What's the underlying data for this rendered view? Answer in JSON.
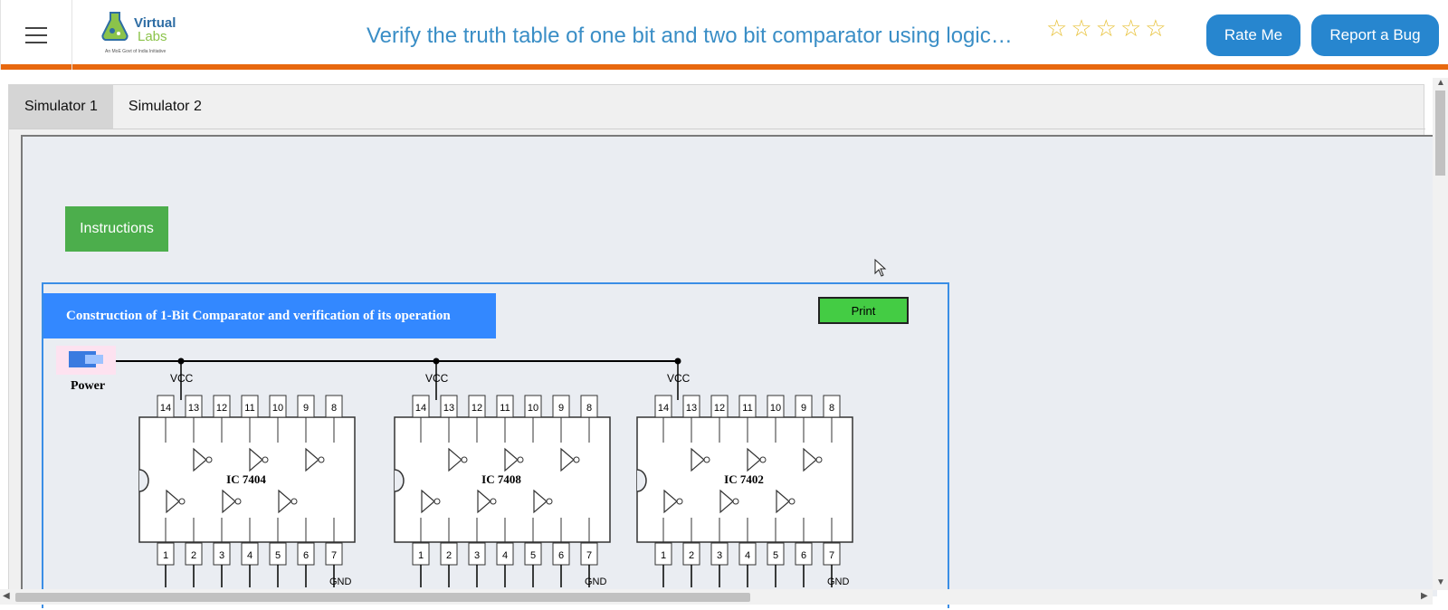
{
  "header": {
    "brand_line1": "Virtual",
    "brand_line2": "Labs",
    "brand_tag": "An MoE Govt of India Initiative",
    "title": "Verify the truth table of one bit and two bit comparator using logic…",
    "stars": [
      "☆",
      "☆",
      "☆",
      "☆",
      "☆"
    ],
    "rate_label": "Rate Me",
    "bug_label": "Report a Bug"
  },
  "tabs": [
    {
      "label": "Simulator 1",
      "active": true
    },
    {
      "label": "Simulator 2",
      "active": false
    }
  ],
  "simulator": {
    "instructions_label": "Instructions",
    "panel_title": "Construction of 1-Bit Comparator and verification of its operation",
    "print_label": "Print",
    "power_label": "Power",
    "vcc_label": "VCC",
    "gnd_label": "GND",
    "chips": [
      {
        "name": "IC 7404"
      },
      {
        "name": "IC 7408"
      },
      {
        "name": "IC 7402"
      }
    ],
    "top_pins": [
      "14",
      "13",
      "12",
      "11",
      "10",
      "9",
      "8"
    ],
    "bottom_pins": [
      "1",
      "2",
      "3",
      "4",
      "5",
      "6",
      "7"
    ]
  },
  "colors": {
    "accent_orange": "#e8680f",
    "button_blue": "#2786cf",
    "panel_blue": "#3388ff",
    "green": "#4cae4c"
  }
}
